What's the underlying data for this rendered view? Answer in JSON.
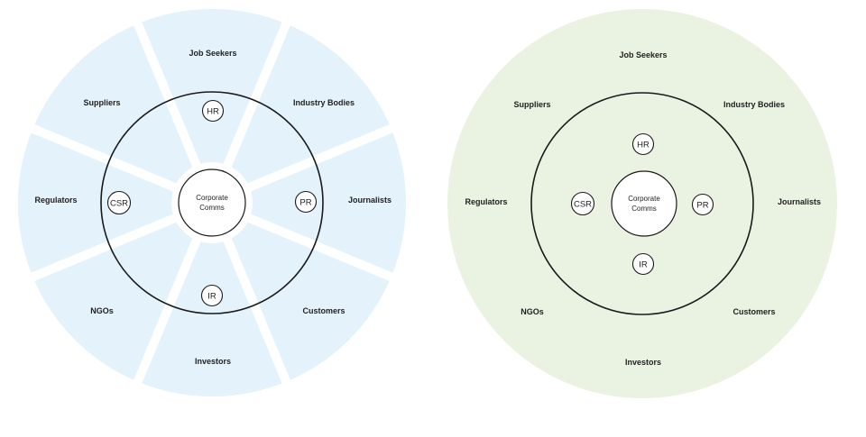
{
  "diagrams": [
    {
      "variant": "segmented",
      "ring_color": "#e3f2fb",
      "stakeholders": {
        "job_seekers": "Job Seekers",
        "industry_bodies": "Industry Bodies",
        "journalists": "Journalists",
        "customers": "Customers",
        "investors": "Investors",
        "ngos": "NGOs",
        "regulators": "Regulators",
        "suppliers": "Suppliers"
      },
      "departments": {
        "hr": "HR",
        "pr": "PR",
        "ir": "IR",
        "csr": "CSR"
      },
      "core": {
        "line1": "Corporate",
        "line2": "Comms"
      }
    },
    {
      "variant": "continuous",
      "ring_color": "#eaf3e2",
      "stakeholders": {
        "job_seekers": "Job Seekers",
        "industry_bodies": "Industry Bodies",
        "journalists": "Journalists",
        "customers": "Customers",
        "investors": "Investors",
        "ngos": "NGOs",
        "regulators": "Regulators",
        "suppliers": "Suppliers"
      },
      "departments": {
        "hr": "HR",
        "pr": "PR",
        "ir": "IR",
        "csr": "CSR"
      },
      "core": {
        "line1": "Corporate",
        "line2": "Comms"
      }
    }
  ]
}
